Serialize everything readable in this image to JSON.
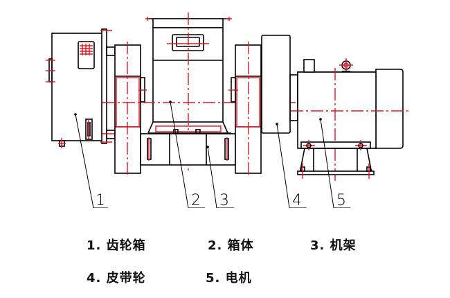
{
  "diagram": {
    "type": "mechanical side elevation",
    "colors": {
      "outline": "#000000",
      "centerline": "#e8101e",
      "background": "#ffffff"
    },
    "callouts": [
      {
        "number": "1",
        "part": "齿轮箱"
      },
      {
        "number": "2",
        "part": "箱体"
      },
      {
        "number": "3",
        "part": "机架"
      },
      {
        "number": "4",
        "part": "皮带轮"
      },
      {
        "number": "5",
        "part": "电机"
      }
    ]
  },
  "legend": {
    "items": [
      {
        "label": "1. 齿轮箱"
      },
      {
        "label": "2. 箱体"
      },
      {
        "label": "3. 机架"
      },
      {
        "label": "4. 皮带轮"
      },
      {
        "label": "5. 电机"
      }
    ]
  }
}
